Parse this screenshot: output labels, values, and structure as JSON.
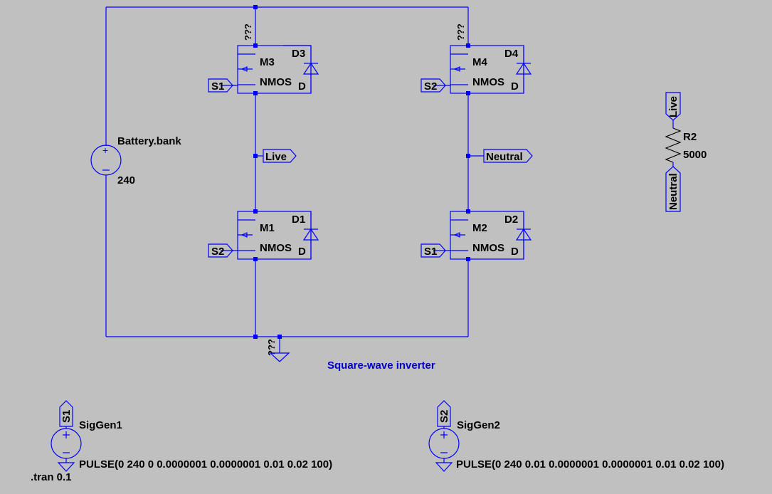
{
  "schematic": {
    "title_comment": "Square-wave inverter",
    "unknown_marker": "???",
    "battery": {
      "name": "Battery.bank",
      "value": "240"
    },
    "load": {
      "name": "R2",
      "value": "5000"
    },
    "mosfets": [
      {
        "name": "M3",
        "model": "NMOS",
        "diode": "D3",
        "diode_model": "D",
        "gate": "S1"
      },
      {
        "name": "M4",
        "model": "NMOS",
        "diode": "D4",
        "diode_model": "D",
        "gate": "S2"
      },
      {
        "name": "M1",
        "model": "NMOS",
        "diode": "D1",
        "diode_model": "D",
        "gate": "S2"
      },
      {
        "name": "M2",
        "model": "NMOS",
        "diode": "D2",
        "diode_model": "D",
        "gate": "S1"
      }
    ],
    "nets": {
      "live": "Live",
      "neutral": "Neutral"
    },
    "generators": [
      {
        "name": "SigGen1",
        "net": "S1",
        "spec": "PULSE(0 240 0 0.0000001 0.0000001 0.01 0.02 100)"
      },
      {
        "name": "SigGen2",
        "net": "S2",
        "spec": "PULSE(0 240 0.01 0.0000001 0.0000001 0.01 0.02 100)"
      }
    ],
    "directive": ".tran 0.1"
  }
}
